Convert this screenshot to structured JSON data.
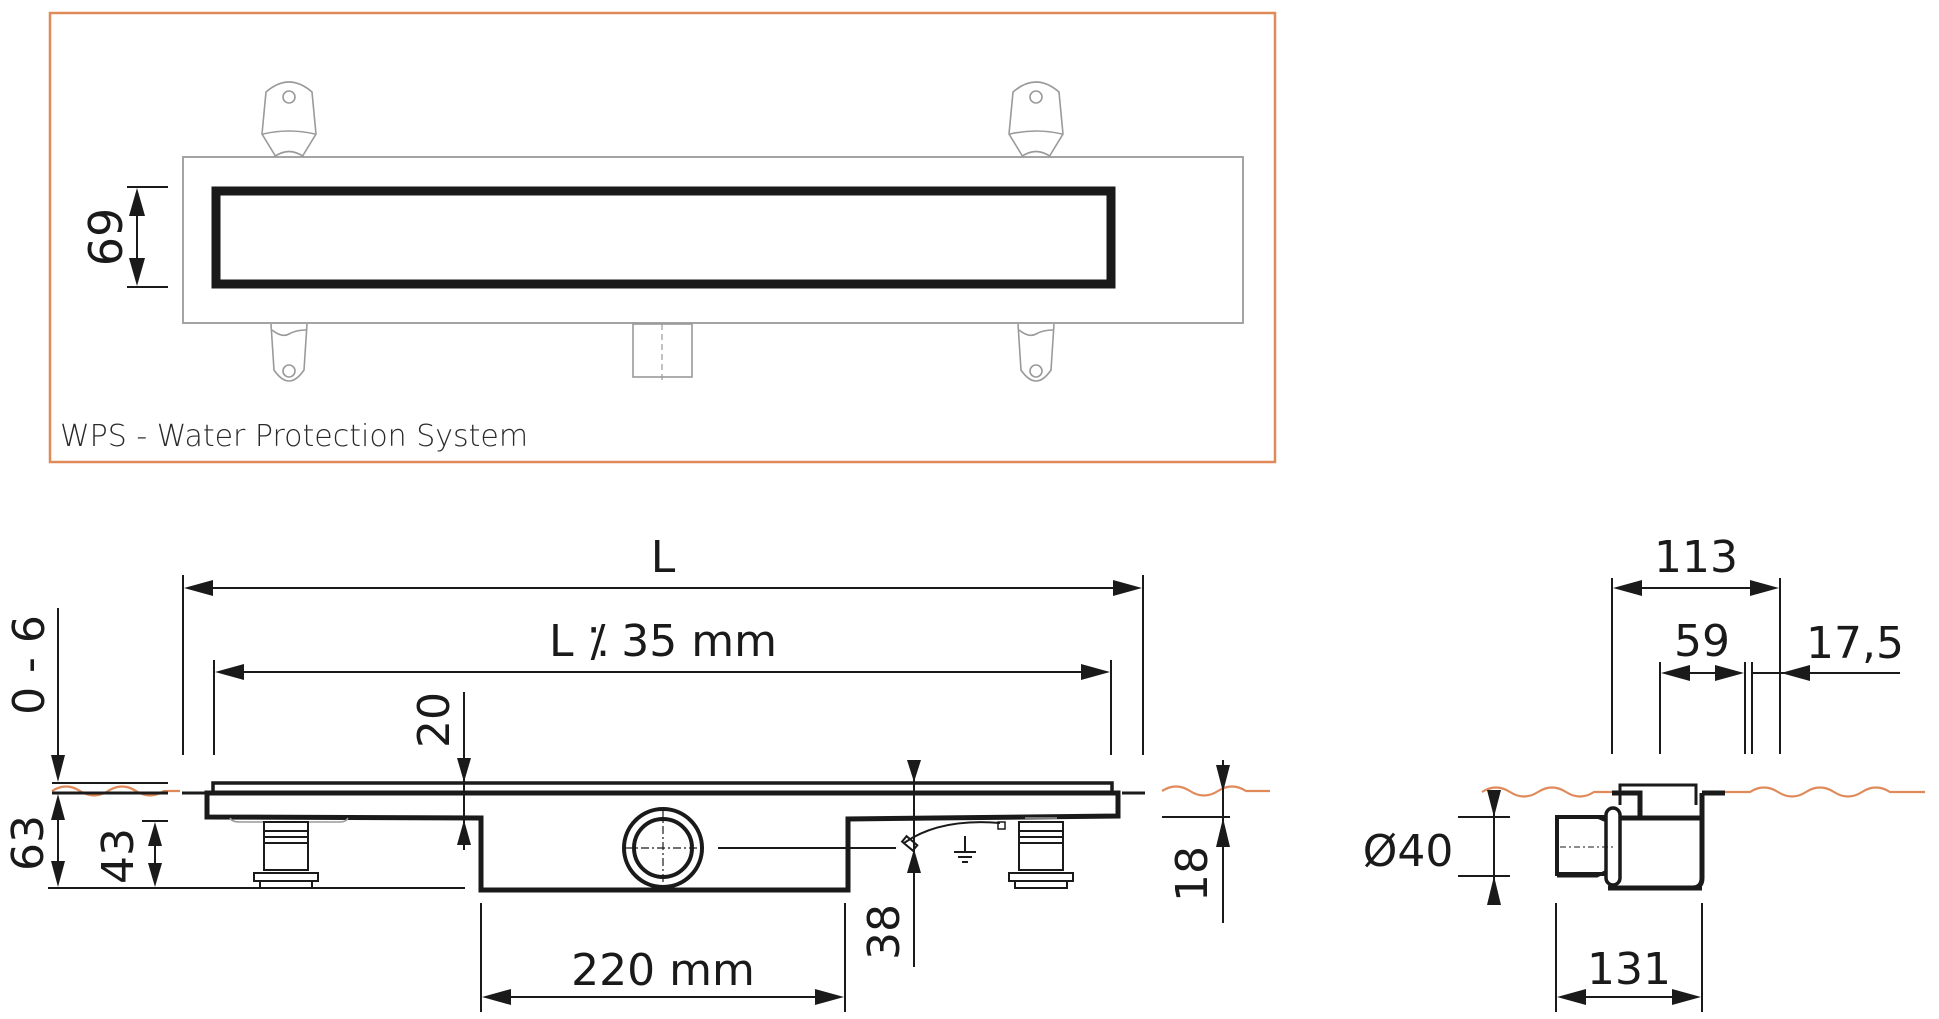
{
  "colors": {
    "frame_border": "#e08a5a",
    "line": "#1a1a1a",
    "light_line": "#9a9a9a",
    "floor_wave": "#e08a5a",
    "background": "#ffffff"
  },
  "top_view": {
    "caption": "WPS - Water Protection System",
    "dimensions": {
      "grate_width": "69"
    }
  },
  "side_view": {
    "dimensions": {
      "overall_length": "L",
      "grate_length": "L ⁒ 35 mm",
      "floor_adjust": "0 - 6",
      "total_height": "63",
      "foot_height": "43",
      "frame_height": "20",
      "outlet_depth": "38",
      "right_floor_offset": "18",
      "sump_length": "220 mm"
    }
  },
  "cross_section": {
    "dimensions": {
      "body_width": "113",
      "grate_width": "59",
      "flange_width": "17,5",
      "outlet_diameter": "Ø40",
      "outlet_length": "131"
    }
  }
}
